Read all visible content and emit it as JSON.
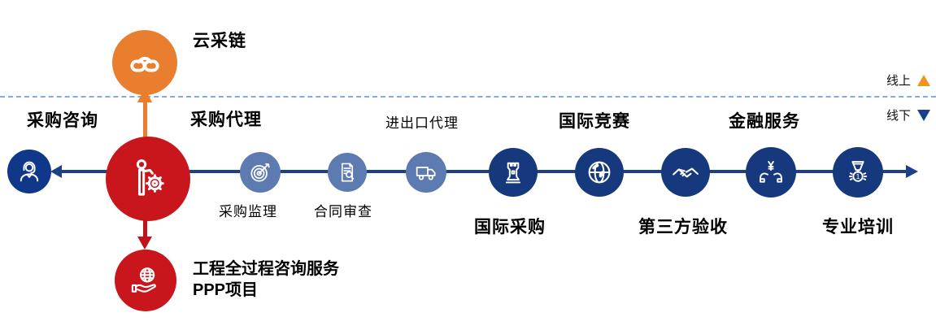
{
  "legend": {
    "online": "线上",
    "offline": "线下"
  },
  "nodes": {
    "cloud": {
      "label": "云采链",
      "icon": "cloud-chain-icon"
    },
    "consulting": {
      "label": "采购咨询",
      "icon": "headset-agent-icon"
    },
    "agency": {
      "label": "采购代理",
      "icon": "person-gear-icon"
    },
    "supervision": {
      "label": "采购监理",
      "icon": "target-dart-icon"
    },
    "contract_review": {
      "label": "合同审查",
      "icon": "document-magnifier-icon"
    },
    "import_export": {
      "label": "进出口代理",
      "icon": "truck-icon"
    },
    "intl_procurement": {
      "label": "国际采购",
      "icon": "chess-rook-icon"
    },
    "intl_competition": {
      "label": "国际竞赛",
      "icon": "globe-icon"
    },
    "third_party_acceptance": {
      "label": "第三方验收",
      "icon": "handshake-icon"
    },
    "financial_services": {
      "label": "金融服务",
      "icon": "hands-yuan-icon"
    },
    "professional_training": {
      "label": "专业培训",
      "icon": "medal-icon"
    },
    "epc": {
      "label_line1": "工程全过程咨询服务",
      "label_line2": "PPP项目",
      "icon": "hand-globe-icon"
    }
  },
  "colors": {
    "navy_circle": "#16387d",
    "medium_blue_circle": "#5d7bb0",
    "red_circle": "#c9151c",
    "orange_circle": "#e97f2e",
    "main_line": "#1d4189",
    "dashed_divider": "#7fadde",
    "online_triangle": "#f0941f",
    "offline_triangle": "#1b3f8a",
    "text": "#000000"
  }
}
